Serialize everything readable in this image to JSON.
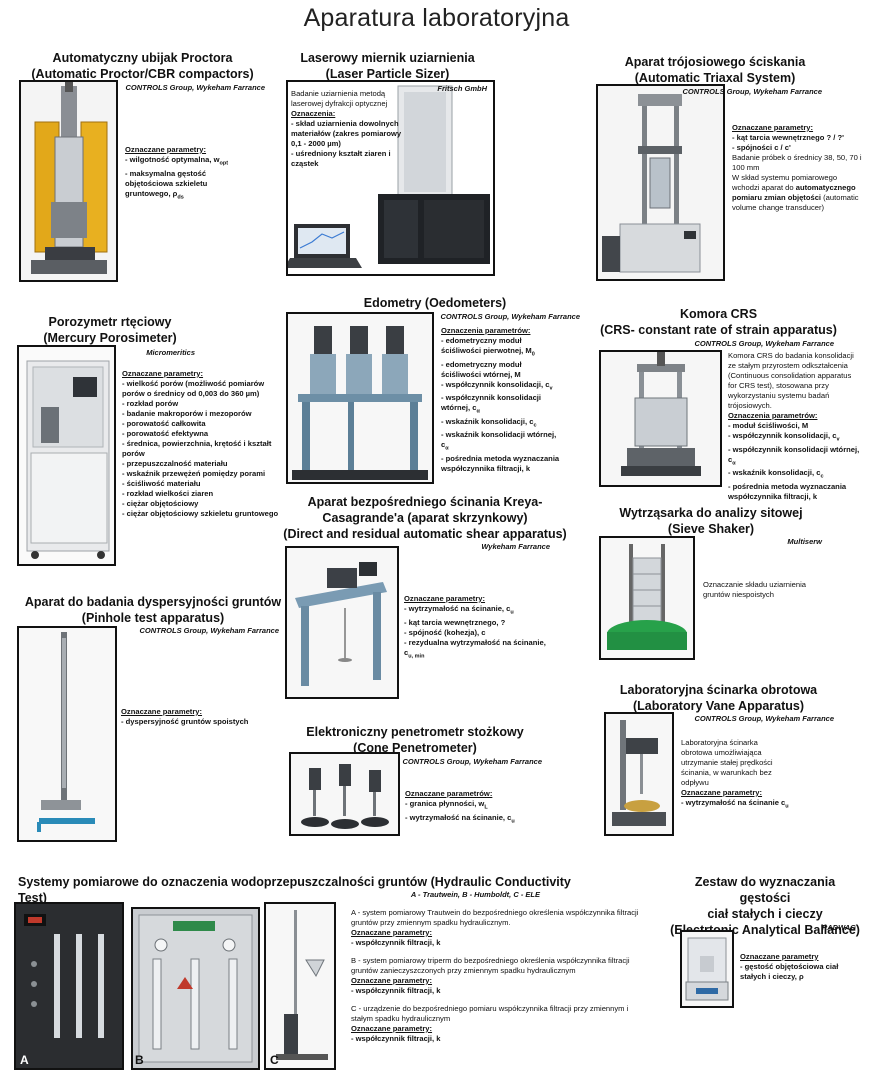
{
  "page": {
    "title": "Aparatura laboratoryjna"
  },
  "proctor": {
    "title": "Automatyczny ubijak Proctora",
    "subtitle": "(Automatic Proctor/CBR compactors)",
    "maker": "CONTROLS Group, Wykeham Farrance",
    "label": "Oznaczane parametry:",
    "items": [
      "- wilgotność optymalna, w",
      "- maksymalna gęstość objętościowa szkieletu gruntowego, ρ"
    ],
    "subs": [
      "opt",
      "ds"
    ]
  },
  "laser": {
    "title": "Laserowy miernik uziarnienia",
    "subtitle": "(Laser Particle Sizer)",
    "maker": "Fritsch GmbH",
    "desc": "Badanie uziarnienia metodą laserowej dyfrakcji optycznej",
    "label": "Oznaczenia:",
    "items": [
      "- skład uziarnienia dowolnych materiałów (zakres pomiarowy 0,1 - 2000 µm)",
      "- uśredniony kształt ziaren i cząstek"
    ]
  },
  "triaxial": {
    "title": "Aparat trójosiowego ściskania",
    "subtitle": "(Automatic Triaxal System)",
    "maker": "CONTROLS Group, Wykeham Farrance",
    "label": "Oznaczane parametry:",
    "items": [
      "- kąt tarcia wewnętrznego ? / ?'",
      "- spójności c / c'"
    ],
    "desc1": "Badanie próbek o średnicy 38, 50, 70 i 100 mm",
    "desc2a": "W skład systemu pomiarowego wchodzi aparat do ",
    "desc2b": "automatycznego pomiaru zmian objętości",
    "desc2c": " (automatic volume change transducer)"
  },
  "porosimeter": {
    "title": "Porozymetr rtęciowy",
    "subtitle": "(Mercury Porosimeter)",
    "maker": "Micromeritics",
    "label": "Oznaczane parametry:",
    "items": [
      "- wielkość porów (możliwość pomiarów porów o średnicy od 0,003 do 360 µm)",
      "- rozkład porów",
      "- badanie makroporów i mezoporów",
      "- porowatość całkowita",
      "- porowatość efektywna",
      "- średnica, powierzchnia, krętość i kształt porów",
      "- przepuszczalność materiału",
      "- wskaźnik przewężeń pomiędzy porami",
      "- ściśliwość materiału",
      "- rozkład wielkości ziaren",
      "- ciężar objętościowy",
      "- ciężar objętościowy szkieletu gruntowego"
    ]
  },
  "oedometer": {
    "title": "Edometry (Oedometers)",
    "maker": "CONTROLS Group, Wykeham Farrance",
    "label": "Oznaczenia parametrów:",
    "items": [
      "- edometryczny moduł ściśliwości pierwotnej, M",
      "- edometryczny moduł ściśliwości wtórnej, M",
      "- współczynnik konsolidacji, c",
      "- współczynnik konsolidacji wtórnej, c",
      "- wskaźnik konsolidacji, c",
      "- wskaźnik konsolidacji wtórnej, c",
      "- pośrednia metoda wyznaczania współczynnika filtracji, k"
    ],
    "subs": [
      "0",
      "",
      "v",
      "α",
      "c",
      "α",
      ""
    ]
  },
  "crs": {
    "title": "Komora CRS",
    "subtitle": "(CRS- constant rate of strain apparatus)",
    "maker": "CONTROLS Group, Wykeham Farrance",
    "desc": "Komora CRS do badania konsolidacji ze stałym przyrostem odkształcenia (Continuous consolidation apparatus for CRS test), stosowana przy wykorzystaniu systemu badań trójosiowych.",
    "label": "Oznaczenia parametrów:",
    "items": [
      "- moduł ściśliwości, M",
      "- współczynnik konsolidacji, c",
      "- współczynnik konsolidacji wtórnej, c",
      "- wskaźnik konsolidacji, c",
      "- pośrednia metoda wyznaczania współczynnika filtracji, k"
    ],
    "subs": [
      "",
      "v",
      "α",
      "c",
      ""
    ]
  },
  "shear": {
    "title": "Aparat bezpośredniego ścinania Kreya-Casagrande'a (aparat skrzynkowy)",
    "subtitle": "(Direct and residual automatic shear apparatus)",
    "maker": "Wykeham Farrance",
    "label": "Oznaczane parametry:",
    "items": [
      "- wytrzymałość na ścinanie, c",
      "- kąt tarcia wewnętrznego, ?",
      "- spójność (kohezja), c",
      "- rezydualna wytrzymałość na ścinanie, c"
    ],
    "subs": [
      "u",
      "",
      "",
      "u, min"
    ]
  },
  "sieve": {
    "title": "Wytrząsarka do analizy sitowej",
    "subtitle": "(Sieve Shaker)",
    "maker": "Multiserw",
    "desc": "Oznaczanie składu uziarnienia gruntów niespoistych"
  },
  "pinhole": {
    "title": "Aparat do badania dyspersyjności gruntów",
    "subtitle": "(Pinhole test apparatus)",
    "maker": "CONTROLS Group, Wykeham Farrance",
    "label": "Oznaczane parametry:",
    "items": [
      "- dyspersyjność gruntów spoistych"
    ]
  },
  "vane": {
    "title": "Laboratoryjna ścinarka obrotowa",
    "subtitle": "(Laboratory Vane Apparatus)",
    "maker": "CONTROLS Group, Wykeham Farrance",
    "desc": "Laboratoryjna ścinarka obrotowa umożliwiająca utrzymanie stałej prędkości ścinania, w warunkach bez odpływu",
    "label": "Oznaczane parametry:",
    "items": [
      "- wytrzymałość na ścinanie c"
    ],
    "subs": [
      "u"
    ]
  },
  "cone": {
    "title": "Elektroniczny penetrometr stożkowy",
    "subtitle": "(Cone Penetrometer)",
    "maker": "CONTROLS Group, Wykeham Farrance",
    "label": "Oznaczane parametrów:",
    "items": [
      "- granica płynności, w",
      "- wytrzymałość na ścinanie, c"
    ],
    "subs": [
      "L",
      "u"
    ]
  },
  "hydraulic": {
    "title": "Systemy pomiarowe do oznaczenia wodoprzepuszczalności gruntów (Hydraulic Conductivity Test)",
    "maker": "A - Trautwein, B - Humboldt, C - ELE",
    "labels": [
      "A",
      "B",
      "C"
    ],
    "blocks": [
      {
        "desc": "A - system pomiarowy Trautwein do bezpośredniego określenia współczynnika filtracji gruntów  przy zmiennym spadku hydraulicznym.",
        "label": "Oznaczane parametry:",
        "item": "- współczynnik filtracji, k"
      },
      {
        "desc": "B - system pomiarowy triperm do bezpośredniego określenia współczynnika filtracji gruntów zanieczyszczonych przy zmiennym spadku hydraulicznym",
        "label": "Oznaczane parametry:",
        "item": "- współczynnik filtracji, k"
      },
      {
        "desc": "C - urządzenie do bezpośredniego pomiaru współczynnika filtracji przy zmiennym i stałym spadku hydraulicznym",
        "label": "Oznaczane parametry:",
        "item": "- współczynnik filtracji, k"
      }
    ]
  },
  "balance": {
    "title1": "Zestaw do wyznaczania gęstości",
    "title2": "ciał stałych i cieczy",
    "subtitle": "(Electrtonic Analytical Ballance)",
    "maker": "RADWAG",
    "label": "Oznaczane parametry",
    "items": [
      "- gęstość objętościowa ciał stałych i cieczy, ρ"
    ]
  }
}
